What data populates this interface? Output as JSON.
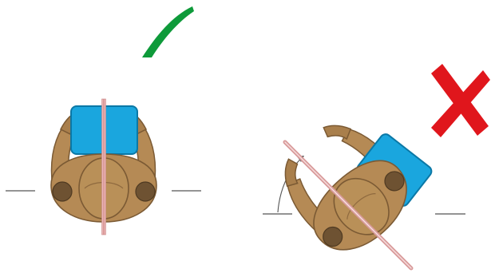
{
  "colors": {
    "background": "#ffffff",
    "wood_fill": "#b58a55",
    "wood_stroke": "#7b5a34",
    "wood_shadow": "#8f6a3f",
    "joint": "#6e5232",
    "screen_fill": "#1aa6de",
    "screen_stroke": "#0b78a6",
    "spine_light": "#f2b7b7",
    "spine_mid": "#d9a0a0",
    "guide_line": "#555555",
    "correct_mark": "#0e9a3a",
    "incorrect_mark": "#e0161c"
  },
  "panels": [
    {
      "id": "good",
      "status": "correct",
      "mark_icon": "check-mark-icon",
      "posture": "facing-screen-straight"
    },
    {
      "id": "bad",
      "status": "incorrect",
      "mark_icon": "x-mark-icon",
      "posture": "torso-twisted",
      "twist_angle_deg": 45
    }
  ]
}
